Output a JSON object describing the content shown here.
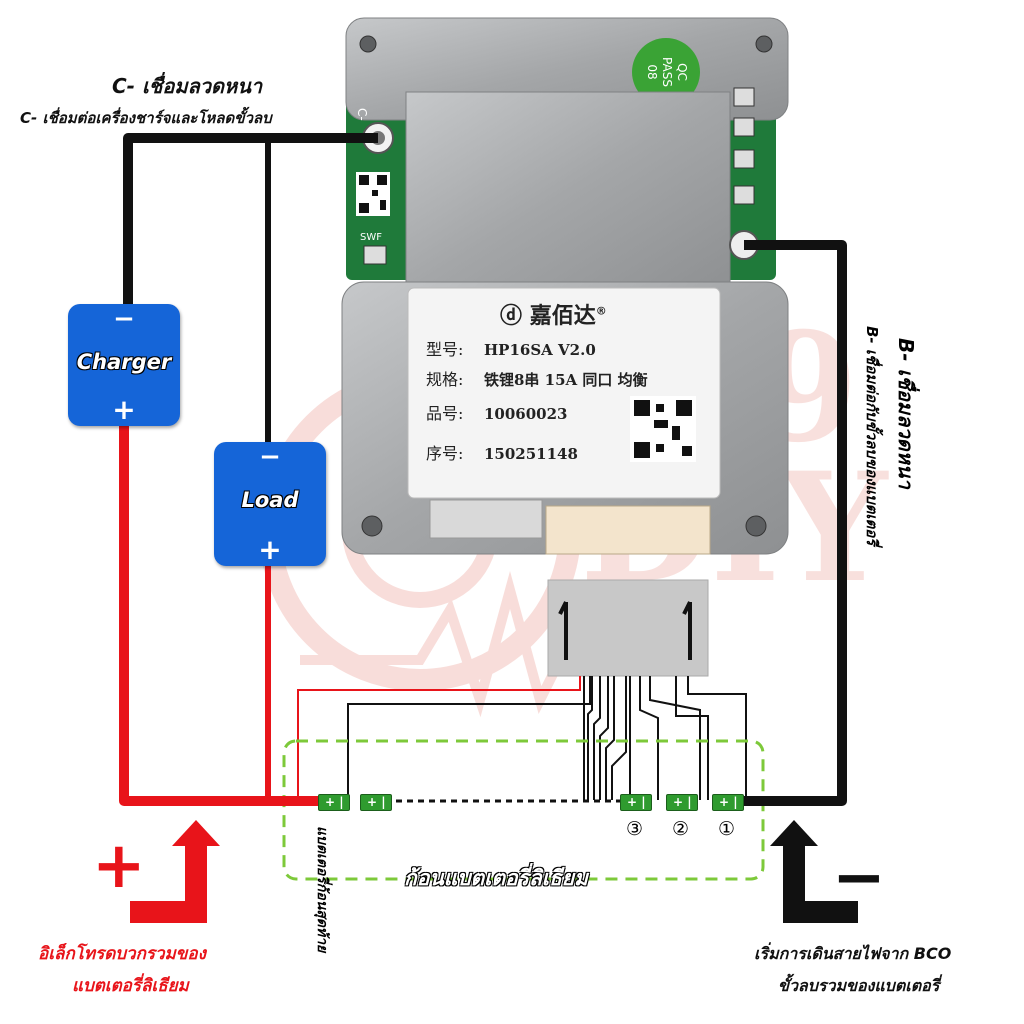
{
  "watermark": "2 9 DIY",
  "board": {
    "qc_badge": [
      "QC",
      "PASS",
      "08"
    ],
    "c_minus_pad": "C-",
    "swf_label": "SWF",
    "label": {
      "brand": "嘉佰达",
      "brand_mark": "®",
      "rows": [
        {
          "key": "型号:",
          "value": "HP16SA V2.0"
        },
        {
          "key": "规格:",
          "value": "铁锂8串 15A 同口 均衡"
        },
        {
          "key": "品号:",
          "value": "10060023"
        },
        {
          "key": "序号:",
          "value": "150251148"
        }
      ]
    }
  },
  "labels": {
    "c_minus_title": "C- เชื่อมลวดหนา",
    "c_minus_sub": "C- เชื่อมต่อเครื่องชาร์จและโหลดขั้วลบ",
    "b_minus_title": "B- เชื่อมลวดหนา",
    "b_minus_sub": "B- เชื่อมต่อกับขั้วลบของแบตเตอรี่",
    "pack_label": "ก้อนแบตเตอรี่ลิเธียม",
    "pack_wire_label": "แบตเตอรี่ก้อนสุดท้าย",
    "positive_caption_line1": "อิเล็กโทรดบวกรวมของ",
    "positive_caption_line2": "แบตเตอรี่ลิเธียม",
    "negative_caption_line1": "เริ่มการเดินสายไฟจาก BCO",
    "negative_caption_line2": "ขั้วลบรวมของแบตเตอรี่"
  },
  "charger": {
    "name": "Charger",
    "minus": "−",
    "plus": "+"
  },
  "load": {
    "name": "Load",
    "minus": "−",
    "plus": "+"
  },
  "cells": [
    {
      "label": "+ |",
      "number": ""
    },
    {
      "label": "+ |",
      "number": ""
    },
    {
      "label": "+ |",
      "number": "③"
    },
    {
      "label": "+ |",
      "number": "②"
    },
    {
      "label": "+ |",
      "number": "①"
    }
  ],
  "arrow_signs": {
    "plus": "+",
    "minus": "−"
  },
  "colors": {
    "positive_wire": "#e8141a",
    "negative_wire": "#111111",
    "box_blue": "#1565d8",
    "pack_dash": "#7dc93a",
    "cell_green": "#2f9b2f",
    "qc_green": "#3aa335",
    "pcb_green": "#1f7a3a",
    "metal": "#a9abad"
  }
}
